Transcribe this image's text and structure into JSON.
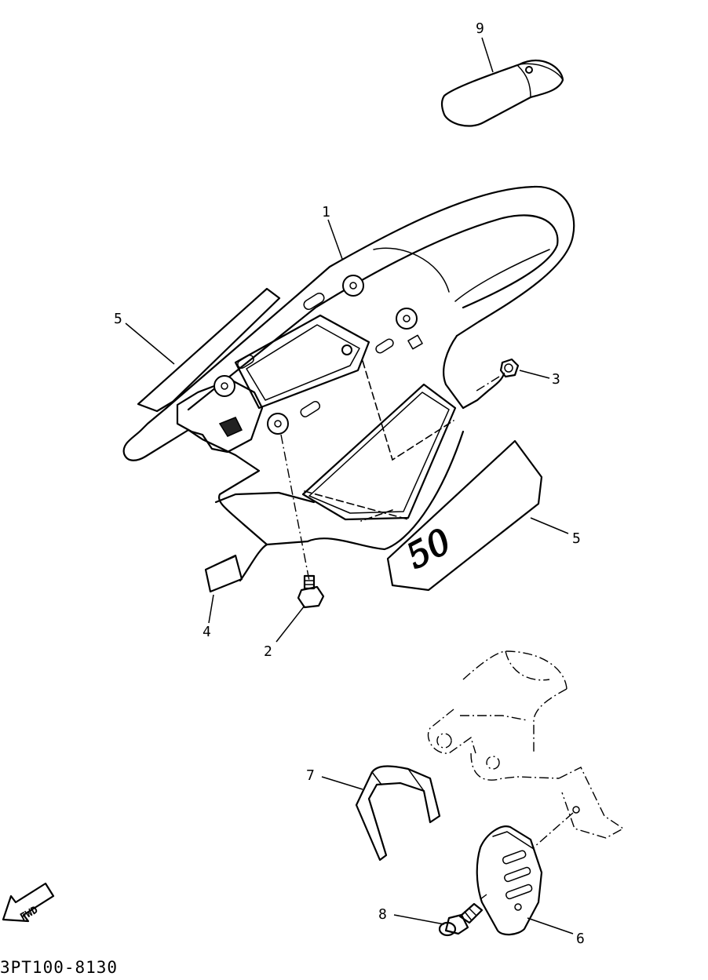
{
  "diagram": {
    "part_code": "3PT100-8130",
    "direction_label": "FWD",
    "callouts": [
      {
        "id": "label-1",
        "text": "1"
      },
      {
        "id": "label-2",
        "text": "2"
      },
      {
        "id": "label-3",
        "text": "3"
      },
      {
        "id": "label-4",
        "text": "4"
      },
      {
        "id": "label-5a",
        "text": "5"
      },
      {
        "id": "label-5b",
        "text": "5"
      },
      {
        "id": "label-6",
        "text": "6"
      },
      {
        "id": "label-7",
        "text": "7"
      },
      {
        "id": "label-8",
        "text": "8"
      },
      {
        "id": "label-9",
        "text": "9"
      }
    ],
    "decal_text": "50"
  }
}
